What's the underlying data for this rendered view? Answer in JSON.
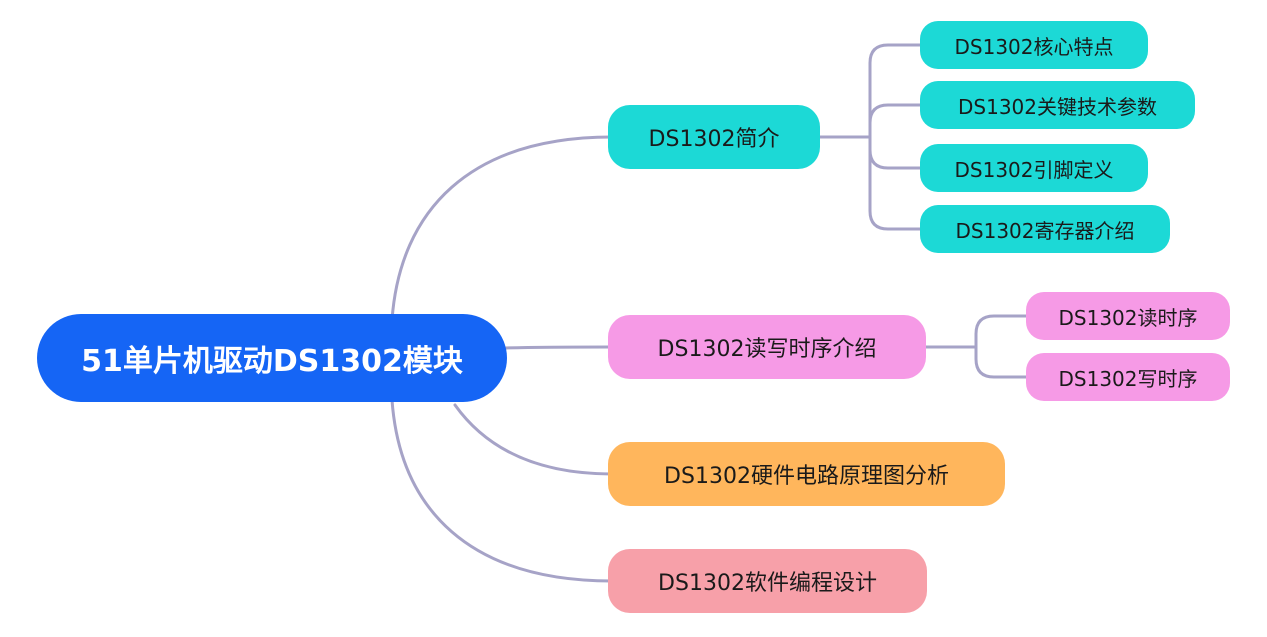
{
  "root": {
    "label": "51单片机驱动DS1302模块",
    "color": "#1565f5"
  },
  "branches": [
    {
      "label": "DS1302简介",
      "color": "#1cd9d6",
      "children": [
        "DS1302核心特点",
        "DS1302关键技术参数",
        "DS1302引脚定义",
        "DS1302寄存器介绍"
      ]
    },
    {
      "label": "DS1302读写时序介绍",
      "color": "#f69ae6",
      "children": [
        "DS1302读时序",
        "DS1302写时序"
      ]
    },
    {
      "label": "DS1302硬件电路原理图分析",
      "color": "#ffb65c",
      "children": []
    },
    {
      "label": "DS1302软件编程设计",
      "color": "#f7a0a9",
      "children": []
    }
  ],
  "connector_color": "#a6a3c7"
}
